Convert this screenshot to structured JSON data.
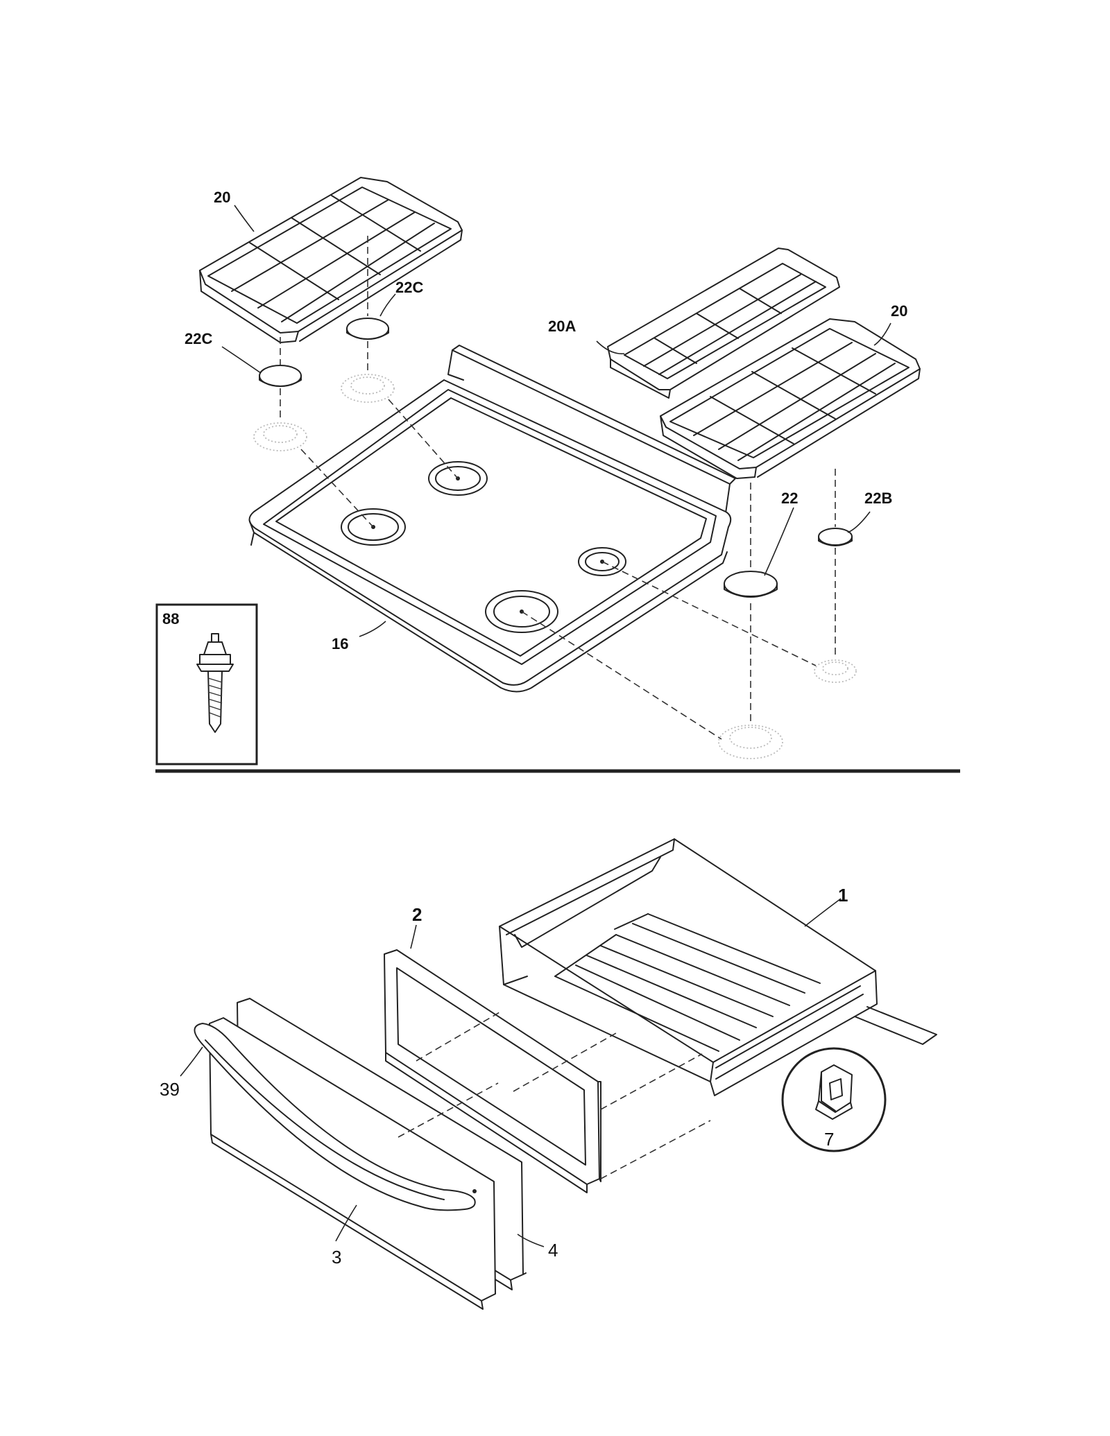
{
  "labels": {
    "top_grate_left": "20",
    "top_cap_left_upper": "22C",
    "top_cap_left_lower": "22C",
    "top_grate_center": "20A",
    "top_grate_right": "20",
    "top_cap_large": "22",
    "top_cap_small": "22B",
    "cooktop": "16",
    "inset_screw": "88",
    "drawer_body": "1",
    "drawer_liner": "2",
    "drawer_front_outer": "3",
    "drawer_front_inner": "4",
    "drawer_handle": "39",
    "inset_clip": "7"
  }
}
